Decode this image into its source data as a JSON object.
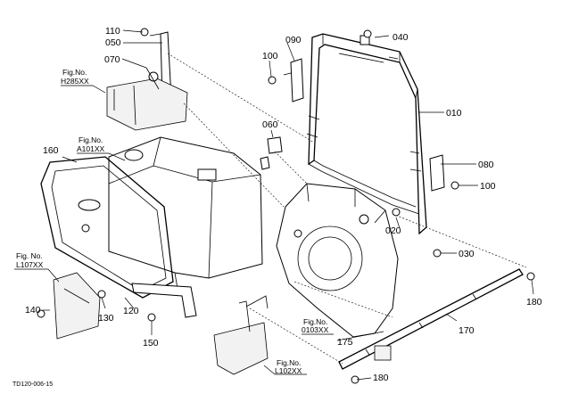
{
  "parts": {
    "p110": "110",
    "p050": "050",
    "p070": "070",
    "p090": "090",
    "p040": "040",
    "p100a": "100",
    "p010": "010",
    "p060": "060",
    "p160": "160",
    "p080": "080",
    "p100b": "100",
    "p020": "020",
    "p030": "030",
    "p180a": "180",
    "p140": "140",
    "p130": "130",
    "p120": "120",
    "p150": "150",
    "p170": "170",
    "p175": "175",
    "p180b": "180"
  },
  "fig_refs": {
    "h285_title": "Fig.No.",
    "h285_code": "H285XX",
    "a101_title": "Fig.No.",
    "a101_code": "A101XX",
    "l107_title": "Fig. No.",
    "l107_code": "L107XX",
    "d103_title": "Fig.No.",
    "d103_code": "0103XX",
    "l102_title": "Fig.No.",
    "l102_code": "L102XX"
  },
  "doc_code": "TD120-006-15"
}
